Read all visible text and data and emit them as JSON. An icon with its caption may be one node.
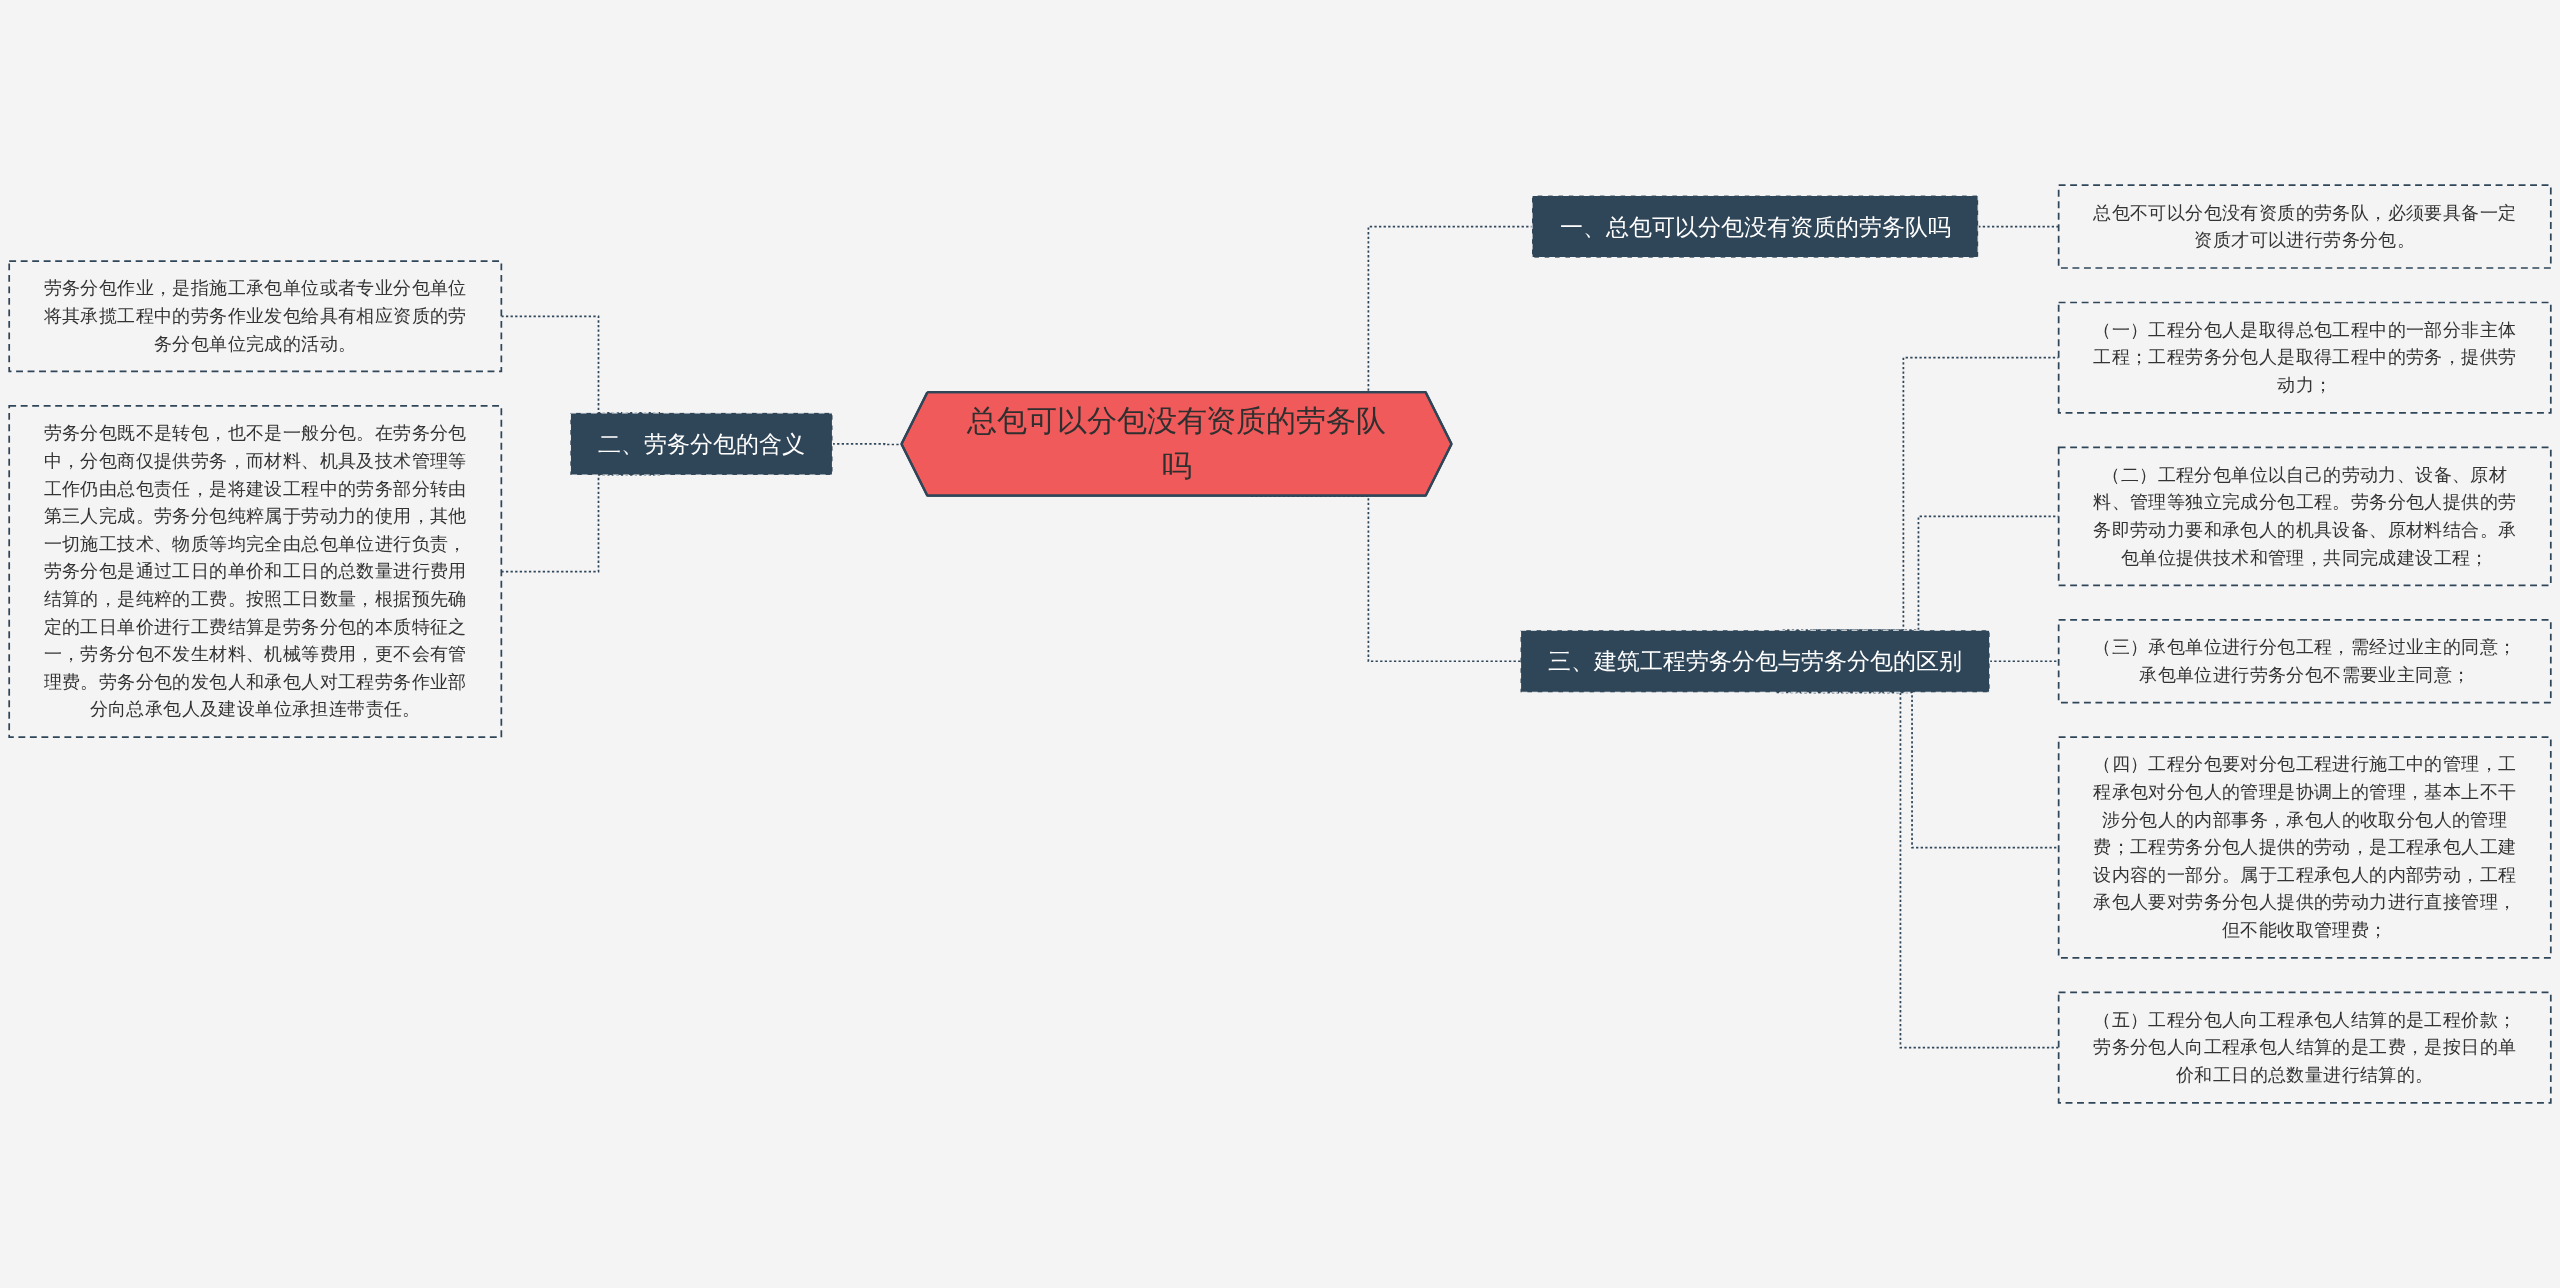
{
  "diagram": {
    "nodes": [
      {
        "text": [
          "总包可以分包没有资质的劳务队吗"
        ]
      },
      {
        "text": [
          "二、劳务分包的含义"
        ]
      },
      {
        "text": [
          "劳务分包作业，是指施工承包单位或者专业分包单位将其承揽工程中的劳务作业发包给具有相应资质的劳务分包单位完成的活动。"
        ]
      },
      {
        "text": [
          "劳务分包既不是转包，也不是一般分包。在劳务分包中，分包商仅提供劳务，而材料、机具及技术管理等工作仍由总包责任，是将建设工程中的劳务部分转由第三人完成。劳务分包纯粹属于劳动力的使用，其他一切施工技术、物质等均完全由总包单位进行负责，劳务分包是通过工日的单价和工日的总数量进行费用结算的，是纯粹的工费。按照工日数量，根据预先确定的工日单价进行工费结算是劳务分包的本质特征之一，劳务分包不发生材料、机械等费用，更不会有管理费。劳务分包的发包人和承包人对工程劳务作业部分向总承包人及建设单位承担连带责任。"
        ]
      },
      {
        "text": [
          "一、总包可以分包没有资质的劳务队吗"
        ]
      },
      {
        "text": [
          "总包不可以分包没有资质的劳务队，必须要具备一定资质才可以进行劳务分包。"
        ]
      },
      {
        "text": [
          "三、建筑工程劳务分包与劳务分包的区别"
        ]
      },
      {
        "text": [
          "（一）工程分包人是取得总包工程中的一部分非主体工程；工程劳务分包人是取得工程中的劳务，提供劳动力；"
        ]
      },
      {
        "text": [
          "（二）工程分包单位以自己的劳动力、设备、原材料、管理等独立完成分包工程。劳务分包人提供的劳务即劳动力要和承包人的机具设备、原材料结合。承包单位提供技术和管理，共同完成建设工程；"
        ]
      },
      {
        "text": [
          "（三）承包单位进行分包工程，需经过业主的同意；承包单位进行劳务分包不需要业主同意；"
        ]
      },
      {
        "text": [
          "（四）工程分包要对分包工程进行施工中的管理，工程承包对分包人的管理是协调上的管理，基本上不干涉分包人的内部事务，承包人的收取分包人的管理费；工程劳务分包人提供的劳动，是工程承包人工建设内容的一部分。属于工程承包人的内部劳动，工程承包人要对劳务分包人提供的劳动力进行直接管理，但不能收取管理费；"
        ]
      },
      {
        "text": [
          "（五）工程分包人向工程承包人结算的是工程价款；劳务分包人向工程承包人结算的是工费，是按日的单价和工日的总数量进行结算的。"
        ]
      }
    ],
    "edges": [
      {
        "from": 0,
        "to": 1,
        "arrow": "none",
        "style": "dashed"
      },
      {
        "from": 1,
        "to": 2,
        "arrow": "none",
        "style": "dashed"
      },
      {
        "from": 1,
        "to": 3,
        "arrow": "none",
        "style": "dashed"
      },
      {
        "from": 0,
        "to": 4,
        "arrow": "none",
        "style": "dashed"
      },
      {
        "from": 4,
        "to": 5,
        "arrow": "none",
        "style": "dashed"
      },
      {
        "from": 0,
        "to": 6,
        "arrow": "none",
        "style": "dashed"
      },
      {
        "from": 6,
        "to": 7,
        "arrow": "none",
        "style": "dashed"
      },
      {
        "from": 6,
        "to": 8,
        "arrow": "none",
        "style": "dashed"
      },
      {
        "from": 6,
        "to": 9,
        "arrow": "none",
        "style": "dashed"
      },
      {
        "from": 6,
        "to": 10,
        "arrow": "none",
        "style": "dashed"
      },
      {
        "from": 6,
        "to": 11,
        "arrow": "none",
        "style": "dashed"
      }
    ]
  }
}
